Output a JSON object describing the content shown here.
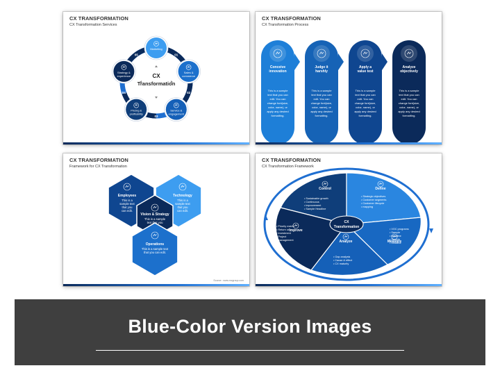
{
  "slides": {
    "s1": {
      "title": "CX TRANSFORMATION",
      "subtitle": "CX Transformation Services",
      "center": [
        "CX",
        "Transformation"
      ],
      "nodes": [
        {
          "num": "01",
          "label": [
            "Marketing"
          ],
          "icon": "megaphone-icon"
        },
        {
          "num": "02",
          "label": [
            "Sales &",
            "commerce"
          ],
          "icon": "sales-icon"
        },
        {
          "num": "03",
          "label": [
            "Service &",
            "engagement"
          ],
          "icon": "handshake-icon"
        },
        {
          "num": "04",
          "label": [
            "Pricing &",
            "profitability"
          ],
          "icon": "chart-icon"
        },
        {
          "num": "05",
          "label": [
            "Strategy &",
            "experience"
          ],
          "icon": "strategy-icon"
        }
      ]
    },
    "s2": {
      "title": "CX TRANSFORMATION",
      "subtitle": "CX Transformation Process",
      "steps": [
        {
          "title": [
            "Conceive",
            "innovation"
          ],
          "icon": "lightbulb-icon",
          "color": "#1e7fd8",
          "text": [
            "This is a sample",
            "text that you can",
            "edit. You can",
            "change font(size,",
            "color, name), or",
            "apply any desired",
            "formatting."
          ]
        },
        {
          "title": [
            "Judge it",
            "harshly"
          ],
          "icon": "gavel-icon",
          "color": "#1663b6",
          "text": [
            "This is a sample",
            "text that you can",
            "edit. You can",
            "change font(size,",
            "color, name), or",
            "apply any desired",
            "formatting."
          ]
        },
        {
          "title": [
            "Apply a",
            "value test"
          ],
          "icon": "checklist-icon",
          "color": "#0f4690",
          "text": [
            "This is a sample",
            "text that you can",
            "edit. You can",
            "change font(size,",
            "color, name), or",
            "apply any desired",
            "formatting."
          ]
        },
        {
          "title": [
            "Analyze",
            "objectively"
          ],
          "icon": "analyze-icon",
          "color": "#0b2a5a",
          "text": [
            "This is a sample",
            "text that you can",
            "edit. You can",
            "change font(size,",
            "color, name), or",
            "apply any desired",
            "formatting."
          ]
        }
      ]
    },
    "s3": {
      "title": "CX TRANSFORMATION",
      "subtitle": "Framework for CX Transformation",
      "source": "Source : www.mcgroup.com",
      "hexes": [
        {
          "title": "Employees",
          "icon": "people-icon",
          "color": "#0f4690",
          "text": [
            "This is a",
            "sample text",
            "that you",
            "can edit."
          ]
        },
        {
          "title": "Technology",
          "icon": "technology-icon",
          "color": "#3d9df0",
          "text": [
            "This is a",
            "sample text",
            "that you",
            "can edit."
          ]
        },
        {
          "title": "Vision & Strategy",
          "icon": "vision-icon",
          "color": "#0b2a5a",
          "text": [
            "This is a sample",
            "text that you",
            "can edit."
          ]
        },
        {
          "title": "Operations",
          "icon": "operations-icon",
          "color": "#1c70cc",
          "text": [
            "This is a sample text",
            "that you can edit."
          ]
        }
      ]
    },
    "s4": {
      "title": "CX TRANSFORMATION",
      "subtitle": "CX Transformation Framework",
      "center": [
        "CX",
        "Transformation"
      ],
      "pieces": [
        {
          "name": "Control",
          "color": "#0f3e7a",
          "icon": "monitor-icon",
          "bullets": [
            "Sustainable growth",
            "Continuous",
            "improvement",
            "Sample Headline"
          ]
        },
        {
          "name": "Define",
          "color": "#2a86e0",
          "icon": "define-icon",
          "bullets": [
            "Strategic objectives",
            "Customer segments",
            "Customer lifecycle",
            "mapping"
          ]
        },
        {
          "name": "Measure",
          "color": "#1868c2",
          "icon": "measure-icon",
          "bullets": [
            "VOC programs",
            "Sample",
            "headline",
            "Sample",
            "headline"
          ]
        },
        {
          "name": "Analyze",
          "color": "#1560b8",
          "icon": "analyze-icon",
          "bullets": [
            "Gap analysis",
            "Cause & effect",
            "CX maturity"
          ]
        },
        {
          "name": "Improve",
          "color": "#0b2a5a",
          "icon": "improve-icon",
          "bullets": [
            "Priority matrix",
            "Return on",
            "investment",
            "Project",
            "management"
          ]
        }
      ]
    }
  },
  "banner": {
    "text": "Blue-Color Version Images"
  }
}
